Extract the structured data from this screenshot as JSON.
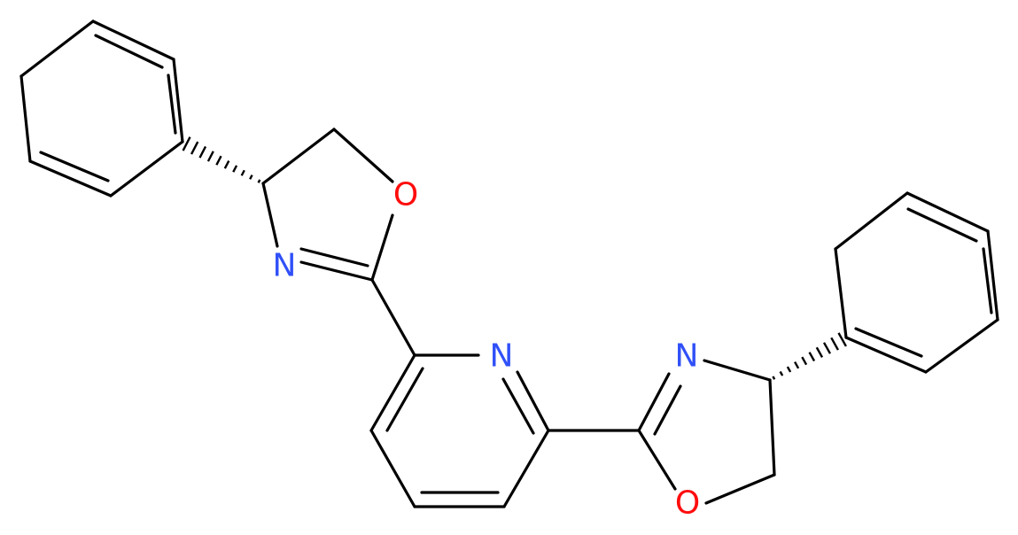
{
  "colors": {
    "bond": "#000000",
    "nitrogen": "#3050F8",
    "oxygen": "#FF0D0D",
    "background": "#FFFFFF"
  },
  "atoms": {
    "n_oxazoline_left": "N",
    "o_oxazoline_left": "O",
    "n_pyridine": "N",
    "n_oxazoline_right": "N",
    "o_oxazoline_right": "O"
  }
}
